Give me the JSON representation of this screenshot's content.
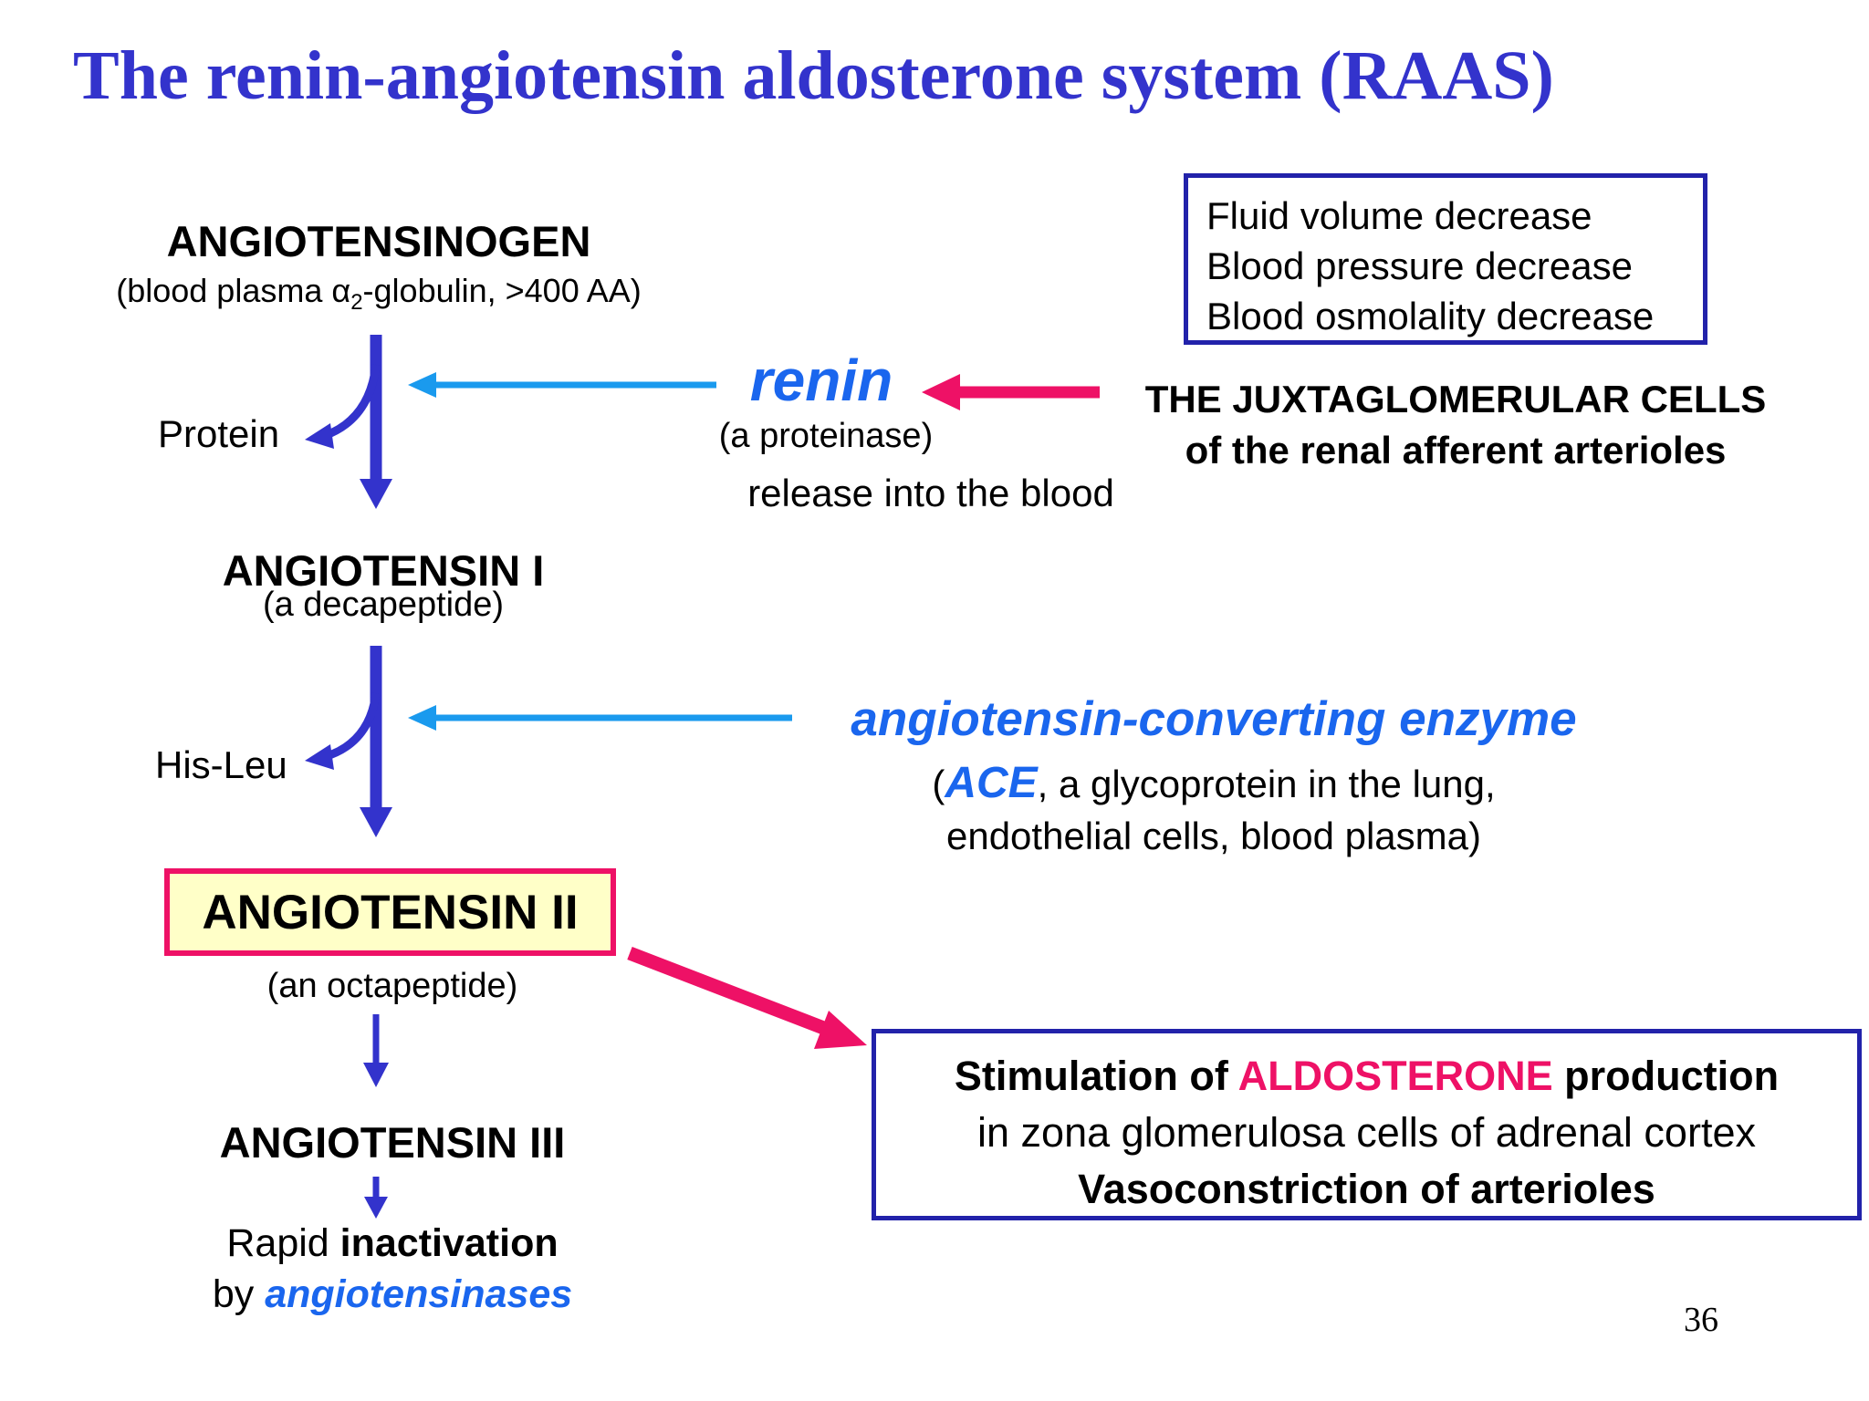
{
  "title": "The renin-angiotensin aldosterone system (RAAS)",
  "conditions": [
    "Fluid volume decrease",
    "Blood pressure decrease",
    "Blood osmolality decrease"
  ],
  "angiotensinogen": {
    "name": "ANGIOTENSINOGEN",
    "desc_before": "(blood plasma α",
    "desc_sub": "2",
    "desc_after": "-globulin, >400 AA)"
  },
  "protein_label": "Protein",
  "renin": {
    "name": "renin",
    "desc": "(a proteinase)",
    "release": "release into the blood"
  },
  "jg_cells": {
    "line1": "THE JUXTAGLOMERULAR CELLS",
    "line2": "of the renal afferent arterioles"
  },
  "angiotensin1": {
    "name": "ANGIOTENSIN I",
    "desc": "(a decapeptide)"
  },
  "hisleu_label": "His-Leu",
  "ace": {
    "name": "angiotensin-converting enzyme",
    "paren_open": "(",
    "abbr": "ACE",
    "line1_rest": ", a glycoprotein in the lung,",
    "line2": "endothelial cells, blood plasma)"
  },
  "angiotensin2": {
    "name": "ANGIOTENSIN II",
    "desc": "(an octapeptide)"
  },
  "angiotensin3": {
    "name": "ANGIOTENSIN III"
  },
  "inactivation": {
    "word1": "Rapid ",
    "word2": "inactivation",
    "word3": "by ",
    "enzyme": "angiotensinases"
  },
  "effects": {
    "l1_a": "Stimulation of ",
    "l1_b": "ALDOSTERONE",
    "l1_c": " production",
    "l2": "in zona glomerulosa cells of adrenal cortex",
    "l3": "Vasoconstriction of arterioles"
  },
  "page_number": "36",
  "colors": {
    "title": "#3333cc",
    "pathway_arrow": "#3333cc",
    "enzyme_arrow": "#1a9aee",
    "stimulus_arrow": "#ee1166",
    "box_border": "#2222aa",
    "highlight_fill": "#ffffc8"
  }
}
